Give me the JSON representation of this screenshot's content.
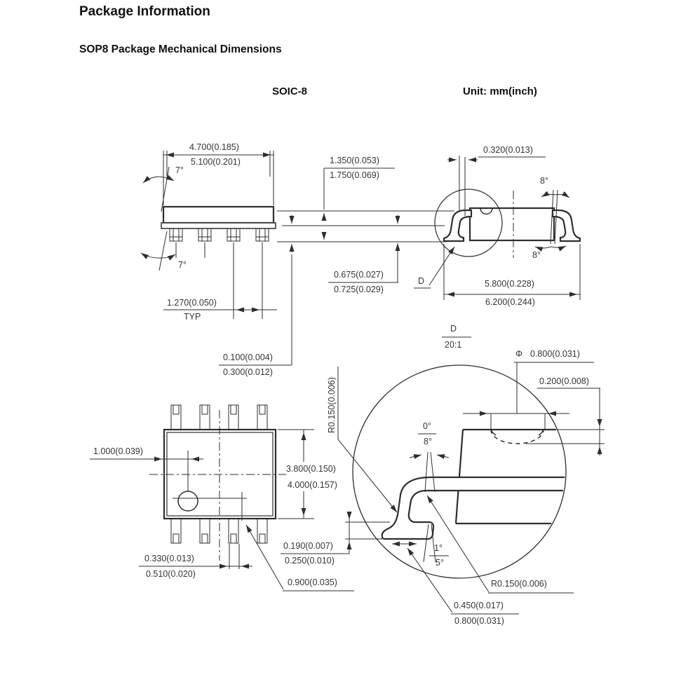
{
  "page": {
    "title": "Package Information",
    "subtitle": "SOP8 Package Mechanical Dimensions",
    "drawing_title": "SOIC-8",
    "unit_label": "Unit: mm(inch)"
  },
  "colors": {
    "ink": "#2e2e2e",
    "text": "#353535",
    "background": "#ffffff"
  },
  "side_view": {
    "body_width_min": "4.700(0.185)",
    "body_width_max": "5.100(0.201)",
    "draft_angle_top": "7°",
    "draft_angle_bottom": "7°",
    "pitch": "1.270(0.050)",
    "pitch_qualifier": "TYP",
    "height_min": "1.350(0.053)",
    "height_max": "1.750(0.069)",
    "standoff_min": "0.675(0.027)",
    "standoff_max": "0.725(0.029)",
    "coplanarity_min": "0.100(0.004)",
    "coplanarity_max": "0.300(0.012)"
  },
  "end_view": {
    "lead_thickness": "0.320(0.013)",
    "lead_angle_top": "8°",
    "lead_angle_bottom": "8°",
    "span_min": "5.800(0.228)",
    "span_max": "6.200(0.244)",
    "detail_ref": "D"
  },
  "top_view": {
    "pin1_offset": "1.000(0.039)",
    "body_length_min": "3.800(0.150)",
    "body_length_max": "4.000(0.157)",
    "lead_width_min": "0.330(0.013)",
    "lead_width_max": "0.510(0.020)",
    "lead_tip_length": "0.900(0.035)"
  },
  "detail_view": {
    "ref": "D",
    "scale": "20:1",
    "diameter_symbol": "Φ",
    "dimple_diameter": "0.800(0.031)",
    "dimple_depth": "0.200(0.008)",
    "entry_angle_min": "0°",
    "entry_angle_max": "8°",
    "lead_thickness_min": "0.190(0.007)",
    "lead_thickness_max": "0.250(0.010)",
    "foot_angle_min": "1°",
    "foot_angle_max": "5°",
    "foot_length_min": "0.450(0.017)",
    "foot_length_max": "0.800(0.031)",
    "bend_radius_upper": "R0.150(0.006)",
    "bend_radius_lower": "R0.150(0.006)"
  }
}
